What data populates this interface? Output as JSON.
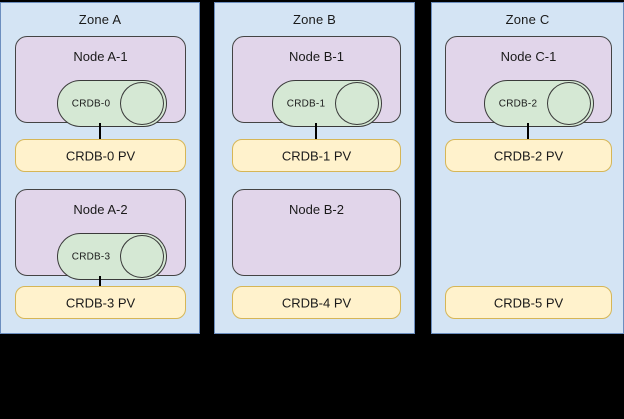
{
  "diagram": {
    "type": "kubernetes-zone-topology",
    "background_color": "#000000",
    "colors": {
      "zone_fill": "#d4e4f4",
      "zone_border": "#6c8ebf",
      "node_fill": "#e1d5ea",
      "node_border": "#444444",
      "database_fill": "#d5e8d4",
      "database_border": "#3a3a3a",
      "pv_fill": "#fff2cc",
      "pv_border": "#d6b656",
      "connector": "#000000"
    },
    "zones": [
      {
        "id": "zone-a",
        "title": "Zone A",
        "nodes": [
          {
            "id": "node-a-1",
            "title": "Node A-1",
            "database": {
              "label": "CRDB-0",
              "present": true
            },
            "has_connector": true
          },
          {
            "id": "node-a-2",
            "title": "Node A-2",
            "database": {
              "label": "CRDB-3",
              "present": true
            },
            "has_connector": true
          }
        ],
        "persistent_volumes": [
          {
            "id": "pv-crdb-0",
            "label": "CRDB-0 PV"
          },
          {
            "id": "pv-crdb-3",
            "label": "CRDB-3 PV"
          }
        ]
      },
      {
        "id": "zone-b",
        "title": "Zone B",
        "nodes": [
          {
            "id": "node-b-1",
            "title": "Node B-1",
            "database": {
              "label": "CRDB-1",
              "present": true
            },
            "has_connector": true
          },
          {
            "id": "node-b-2",
            "title": "Node B-2",
            "database": {
              "label": "",
              "present": false
            },
            "has_connector": false
          }
        ],
        "persistent_volumes": [
          {
            "id": "pv-crdb-1",
            "label": "CRDB-1 PV"
          },
          {
            "id": "pv-crdb-4",
            "label": "CRDB-4 PV"
          }
        ]
      },
      {
        "id": "zone-c",
        "title": "Zone C",
        "nodes": [
          {
            "id": "node-c-1",
            "title": "Node C-1",
            "database": {
              "label": "CRDB-2",
              "present": true
            },
            "has_connector": true
          }
        ],
        "persistent_volumes": [
          {
            "id": "pv-crdb-2",
            "label": "CRDB-2 PV"
          },
          {
            "id": "pv-crdb-5",
            "label": "CRDB-5 PV"
          }
        ]
      }
    ]
  }
}
